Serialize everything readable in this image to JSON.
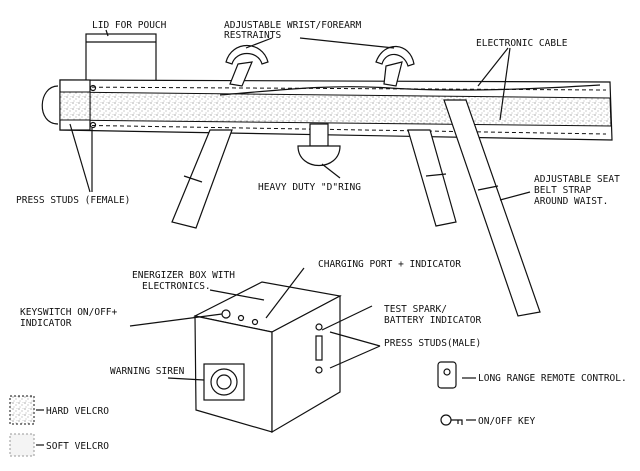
{
  "colors": {
    "ink": "#111111",
    "paper": "#ffffff",
    "stipple": "#777777"
  },
  "labels": {
    "lid": "LID FOR POUCH",
    "restraints_1": "ADJUSTABLE WRIST/FOREARM",
    "restraints_2": "RESTRAINTS",
    "cable": "ELECTRONIC CABLE",
    "press_studs_female": "PRESS STUDS (FEMALE)",
    "d_ring": "HEAVY DUTY \"D\"RING",
    "seat_belt_1": "ADJUSTABLE SEAT",
    "seat_belt_2": "BELT STRAP",
    "seat_belt_3": "AROUND WAIST.",
    "energizer_1": "ENERGIZER BOX WITH",
    "energizer_2": "ELECTRONICS.",
    "charging": "CHARGING PORT + INDICATOR",
    "keyswitch_1": "KEYSWITCH ON/OFF+",
    "keyswitch_2": "INDICATOR",
    "test_spark_1": "TEST SPARK/",
    "test_spark_2": "BATTERY INDICATOR",
    "press_studs_male": "PRESS STUDS(MALE)",
    "siren": "WARNING SIREN",
    "remote": "LONG RANGE REMOTE CONTROL.",
    "key": "ON/OFF KEY",
    "hard_velcro": "HARD VELCRO",
    "soft_velcro": "SOFT VELCRO"
  },
  "icons": [
    "d-ring-icon",
    "wrist-restraint-icon",
    "remote-control-icon",
    "key-icon",
    "siren-icon"
  ]
}
